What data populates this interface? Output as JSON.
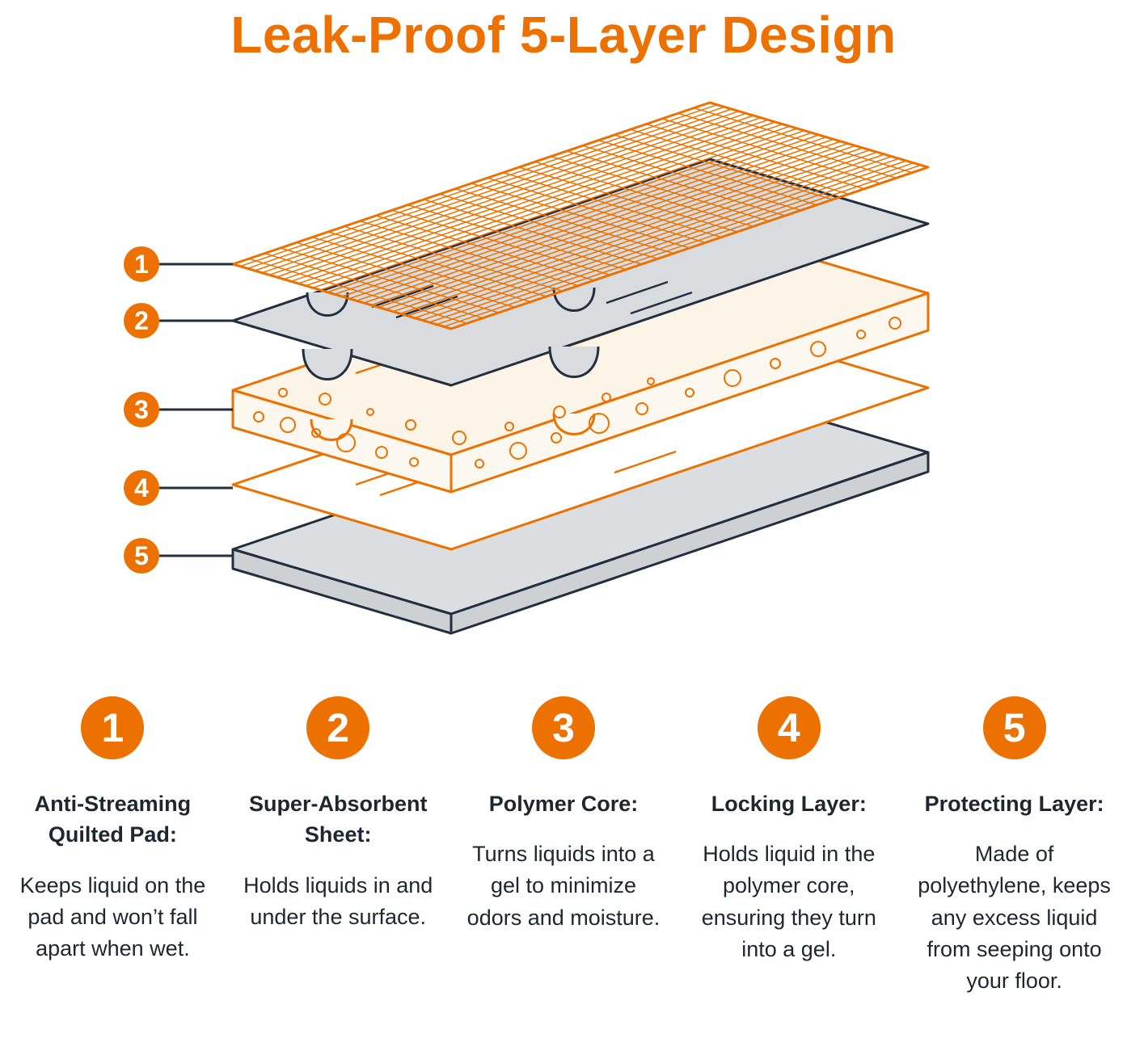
{
  "title": "Leak-Proof 5-Layer Design",
  "colors": {
    "orange": "#ED7100",
    "navy": "#232F3E",
    "sheet_gray": "#D8DCDE",
    "core_cream": "#FCF4E6"
  },
  "diagram": {
    "badges": [
      "1",
      "2",
      "3",
      "4",
      "5"
    ]
  },
  "layers": [
    {
      "num": "1",
      "heading": "Anti-Streaming Quilted Pad:",
      "body": "Keeps liquid on the pad and won’t fall apart when wet."
    },
    {
      "num": "2",
      "heading": "Super-Absorbent Sheet:",
      "body": "Holds liquids in and under the surface."
    },
    {
      "num": "3",
      "heading": "Polymer Core:",
      "body": "Turns liquids into a gel to minimize odors and moisture."
    },
    {
      "num": "4",
      "heading": "Locking Layer:",
      "body": "Holds liquid in the polymer core, ensuring they turn into a gel."
    },
    {
      "num": "5",
      "heading": "Protecting Layer:",
      "body": "Made of polyethylene, keeps any excess liquid from seeping onto your floor."
    }
  ]
}
